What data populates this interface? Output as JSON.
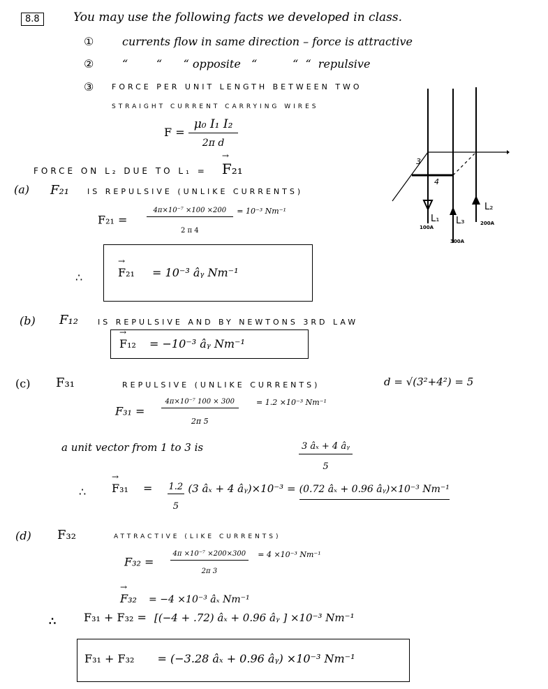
{
  "problem_number": "8.8",
  "intro": {
    "line": "You may use the following facts we developed in class.",
    "facts": [
      {
        "marker": "①",
        "text": "currents flow in same direction – force is attractive"
      },
      {
        "marker": "②",
        "text": "“        “      “ opposite   “          “  “  repulsive"
      },
      {
        "marker": "③",
        "line1": "Force per unit length between two",
        "line2": "straight current carrying wires"
      }
    ],
    "formula": {
      "lhs": "F =",
      "num": "μ₀ I₁ I₂",
      "den": "2π d"
    }
  },
  "force_def": {
    "text": "Force on  L₂  due to  L₁   =",
    "symbol": "F₂₁"
  },
  "diagram": {
    "dim_x": "4",
    "dim_z": "3",
    "wires": [
      {
        "label": "L₁",
        "current": "100A",
        "direction": "down"
      },
      {
        "label": "L₃",
        "current": "300A",
        "direction": "up"
      },
      {
        "label": "L₂",
        "current": "200A",
        "direction": "up"
      }
    ]
  },
  "part_a": {
    "label": "(a)",
    "statement_symbol": "F₂₁",
    "statement": "is repulsive   (unlike currents)",
    "calc_lhs": "F₂₁  =",
    "calc_num": "4π×10⁻⁷  ×100 ×200",
    "calc_den": "2  π   4",
    "calc_result": "= 10⁻³ Nm⁻¹",
    "therefore": "∴",
    "boxed_lhs": "F₂₁",
    "boxed_rhs": "=   10⁻³ âᵧ     Nm⁻¹"
  },
  "part_b": {
    "label": "(b)",
    "statement_symbol": "F₁₂",
    "statement": "is repulsive  and  by  Newtons  3rd  law",
    "boxed_lhs": "F₁₂",
    "boxed_rhs": "=  −10⁻³ âᵧ    Nm⁻¹"
  },
  "part_c": {
    "label": "(c)",
    "statement_symbol": "F₃₁",
    "statement": "repulsive   (unlike currents)",
    "distance": "d = √(3²+4²) = 5",
    "calc_lhs": "F₃₁  =",
    "calc_num": "4π×10⁻⁷   100  × 300",
    "calc_den": "2π   5",
    "calc_result": "=  1.2 ×10⁻³ Nm⁻¹",
    "unit_vec_text": "a unit vector from  1  to  3  is",
    "unit_vec_num": "3 âₓ  +  4 âᵧ",
    "unit_vec_den": "5",
    "therefore": "∴",
    "result_lhs": "F₃₁",
    "result_coef_num": "1.2",
    "result_coef_den": "5",
    "result_mid": "(3 âₓ   + 4 âᵧ)×10⁻³ =",
    "result_rhs": "(0.72 âₓ   +  0.96 âᵧ)×10⁻³  Nm⁻¹"
  },
  "part_d": {
    "label": "(d)",
    "statement_symbol": "F₃₂",
    "statement": "attractive    (like currents)",
    "calc_lhs": "F₃₂  =",
    "calc_num": "4π ×10⁻⁷  ×200×300",
    "calc_den": "2π   3",
    "calc_result": "=   4 ×10⁻³ Nm⁻¹",
    "vec_lhs": "F₃₂",
    "vec_rhs": "= −4 ×10⁻³  âₓ     Nm⁻¹",
    "therefore": "∴",
    "sum_lhs": "F₃₁  + F₃₂ =",
    "sum_rhs": "[(−4 + .72) âₓ   + 0.96 âᵧ ]  ×10⁻³  Nm⁻¹",
    "boxed_lhs": "F₃₁  + F₃₂",
    "boxed_rhs": "=  (−3.28 âₓ   +  0.96 âᵧ) ×10⁻³   Nm⁻¹"
  }
}
